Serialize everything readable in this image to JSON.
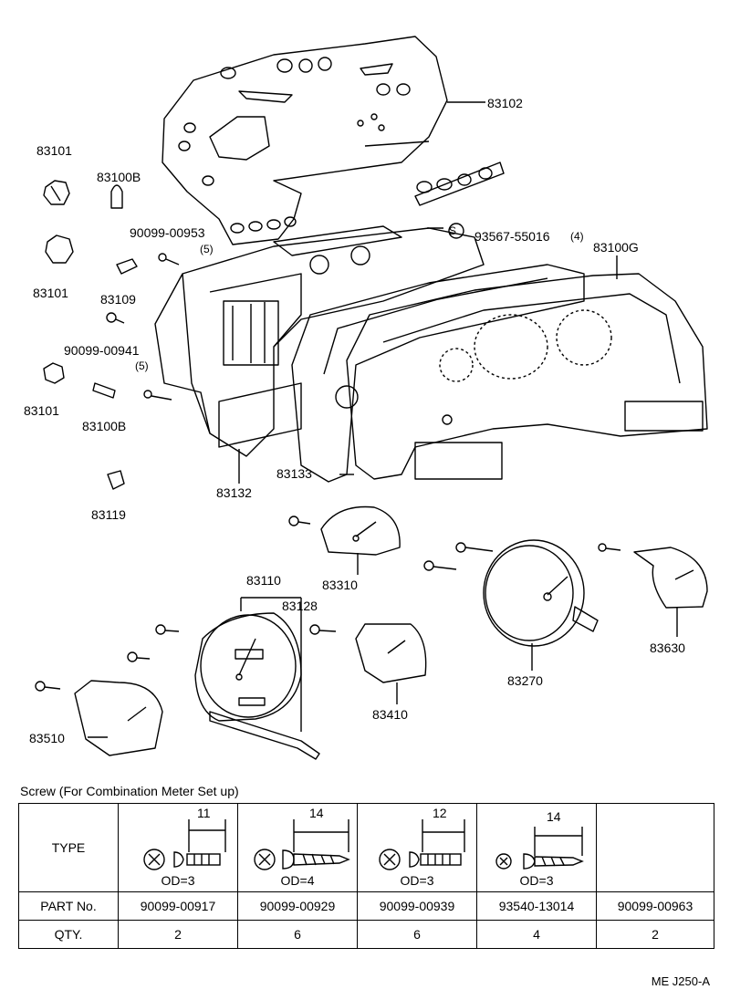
{
  "callouts": {
    "p83102": "83102",
    "p83101a": "83101",
    "p83100b_top": "83100B",
    "p83101b": "83101",
    "p90099_00953": "90099-00953",
    "p90099_00953_qty": "(5)",
    "p93567": "93567-55016",
    "p93567_qty": "(4)",
    "p93567_mark": "S",
    "p83100g": "83100G",
    "p83109": "83109",
    "p90099_00941": "90099-00941",
    "p90099_00941_qty": "(5)",
    "p83101c": "83101",
    "p83100b_bot": "83100B",
    "p83132": "83132",
    "p83133": "83133",
    "p83119": "83119",
    "p83310": "83310",
    "p83110": "83110",
    "p83128": "83128",
    "p83630": "83630",
    "p83270": "83270",
    "p83410": "83410",
    "p83510": "83510"
  },
  "table": {
    "title": "Screw (For Combination Meter Set up)",
    "row_type_label": "TYPE",
    "row_part_label": "PART No.",
    "row_qty_label": "QTY.",
    "columns": [
      {
        "length": "11",
        "od": "OD=3",
        "part_no": "90099-00917",
        "qty": "2"
      },
      {
        "length": "14",
        "od": "OD=4",
        "part_no": "90099-00929",
        "qty": "6"
      },
      {
        "length": "12",
        "od": "OD=3",
        "part_no": "90099-00939",
        "qty": "6"
      },
      {
        "length": "14",
        "od": "OD=3",
        "part_no": "93540-13014",
        "qty": "4"
      },
      {
        "length": "",
        "od": "",
        "part_no": "90099-00963",
        "qty": "2"
      }
    ]
  },
  "document_id": "ME J250-A"
}
